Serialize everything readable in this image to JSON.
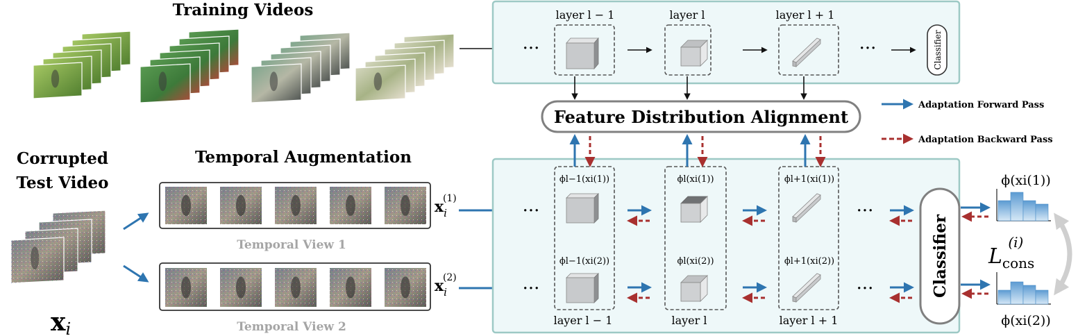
{
  "training": {
    "title": "Training Videos"
  },
  "test": {
    "title_line1": "Corrupted",
    "title_line2": "Test Video",
    "var_main": "x",
    "var_sub": "i"
  },
  "augmentation": {
    "title": "Temporal Augmentation",
    "view1_label": "Temporal View 1",
    "view2_label": "Temporal View 2",
    "x1_main": "x",
    "x1_sub": "i",
    "x1_sup": "(1)",
    "x2_main": "x",
    "x2_sub": "i",
    "x2_sup": "(2)"
  },
  "alignment": {
    "label": "Feature Distribution Alignment"
  },
  "legend": {
    "forward": "Adaptation Forward Pass",
    "backward": "Adaptation Backward Pass"
  },
  "top_network": {
    "layer_prev": "layer l − 1",
    "layer_cur": "layer l",
    "layer_next": "layer l + 1",
    "classifier": "Classifier",
    "ellipsis": "···"
  },
  "bottom_network": {
    "phi_prev_1": "ϕl−1(xi(1))",
    "phi_cur_1": "ϕl(xi(1))",
    "phi_next_1": "ϕl+1(xi(1))",
    "phi_prev_2": "ϕl−1(xi(2))",
    "phi_cur_2": "ϕl(xi(2))",
    "phi_next_2": "ϕl+1(xi(2))",
    "layer_prev": "layer l − 1",
    "layer_cur": "layer l",
    "layer_next": "layer l + 1",
    "classifier": "Classifier",
    "ellipsis": "···"
  },
  "outputs": {
    "phi1": "ϕ(xi(1))",
    "phi2": "ϕ(xi(2))",
    "loss_main": "L",
    "loss_sub": "cons",
    "loss_sup": "(i)"
  },
  "colors": {
    "forward": "#2e75b0",
    "backward": "#a8302f",
    "panel_fill": "#eef8f9",
    "panel_stroke": "#9dc9c5",
    "pill_stroke": "#808080",
    "cube_face": "#c8cacc",
    "hist_fill": "#7fb4de",
    "consistency_arrow": "#cfcfcf"
  }
}
